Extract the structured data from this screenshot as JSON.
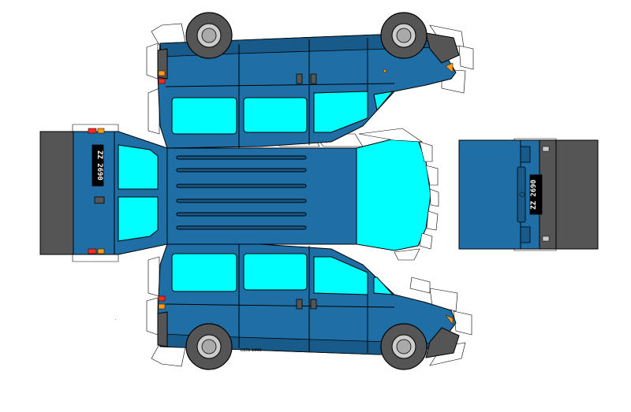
{
  "colors": {
    "body": "#1f6fa6",
    "body_dark": "#185b8a",
    "glass": "#00ffff",
    "bumper": "#555555",
    "tire": "#555555",
    "hub": "#cccccc",
    "tab": "#ffffff",
    "outline": "#000000",
    "light_red": "#ff2a1a",
    "light_orange": "#ff9b1a",
    "plate_bg": "#000000",
    "plate_fg": "#ffffff"
  },
  "plates": {
    "rear": "ZZ 2690",
    "front": "ZZ 2690"
  },
  "credit": "DENI 1999"
}
